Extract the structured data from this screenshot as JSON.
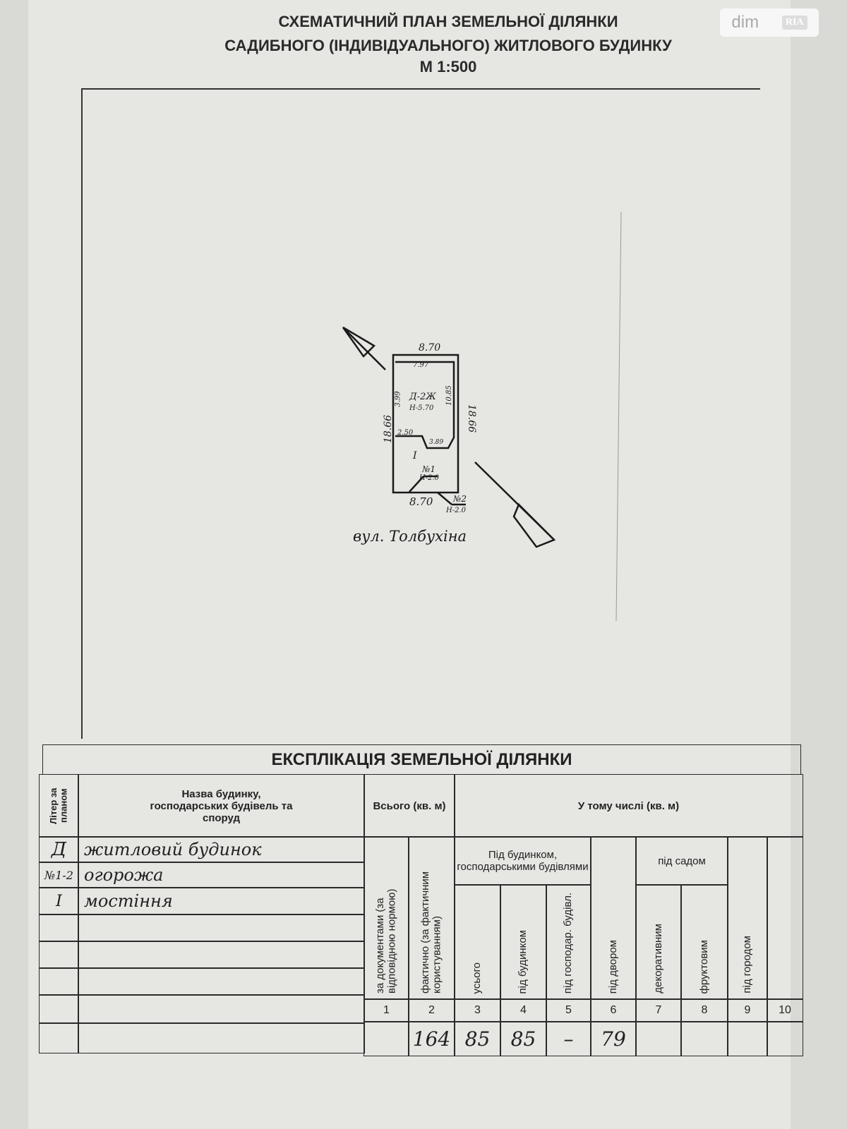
{
  "watermark": {
    "brand": "dim",
    "badge": "RIA"
  },
  "header": {
    "line1": "СХЕМАТИЧНИЙ ПЛАН ЗЕМЕЛЬНОЇ ДІЛЯНКИ",
    "line2": "САДИБНОГО (ІНДИВІДУАЛЬНОГО) ЖИТЛОВОГО БУДИНКУ",
    "scale": "М 1:500"
  },
  "plan": {
    "top_width": "8.70",
    "inner_top": "7.97",
    "left_length": "18.66",
    "right_length": "18.66",
    "inner_left": "3.99",
    "building": "Д-2Ж",
    "building_height": "Н-5.70",
    "inner_right": "10.85",
    "step_left": "2.50",
    "step_bottom": "3.89",
    "yard": "І",
    "fence1": "№1",
    "fence1_height": "Н-2.0",
    "bottom_width": "8.70",
    "fence2": "№2",
    "fence2_height": "Н-2.0",
    "street": "вул. Толбухіна"
  },
  "table": {
    "title": "ЕКСПЛІКАЦІЯ ЗЕМЕЛЬНОЇ ДІЛЯНКИ",
    "col_liter": "Літер за планом",
    "col_name": "Назва будинку, господарських будівель та споруд",
    "col_total": "Всього (кв. м)",
    "col_incl": "У тому числі (кв. м)",
    "group_buildings": "Під будинком, господарськими будівлями",
    "group_garden": "під садом",
    "sub": [
      "за документами (за відповідною нормою)",
      "фактично (за фактичним користуванням)",
      "усього",
      "під будинком",
      "під господар. будівл.",
      "під двором",
      "декоративним",
      "фруктовим",
      "під городом"
    ],
    "numbers": [
      "1",
      "2",
      "3",
      "4",
      "5",
      "6",
      "7",
      "8",
      "9",
      "10"
    ],
    "rows": [
      {
        "liter": "Д",
        "name": "житловий будинок"
      },
      {
        "liter": "№1-2",
        "name": "огорожа"
      },
      {
        "liter": "І",
        "name": "мостіння"
      }
    ],
    "values": [
      "",
      "164",
      "85",
      "85",
      "–",
      "79",
      "",
      "",
      "",
      ""
    ]
  }
}
